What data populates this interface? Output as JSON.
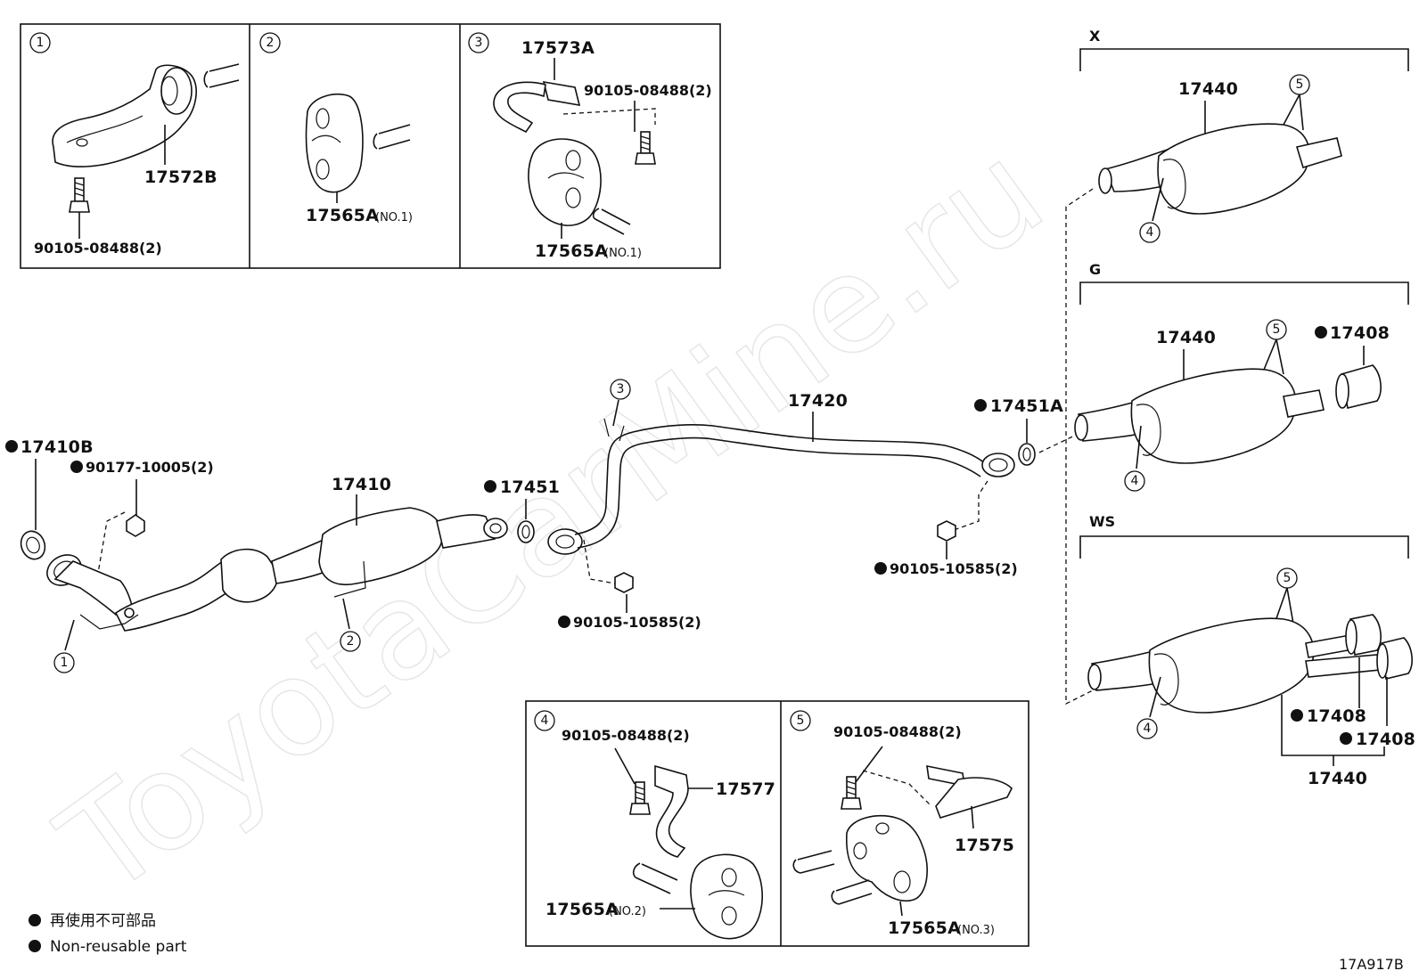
{
  "watermark": "ToyotaCarMine.ru",
  "diagram_code": "17A917B",
  "legend": {
    "japanese": "再使用不可部品",
    "english": "Non-reusable part"
  },
  "variants": {
    "x": "X",
    "g": "G",
    "ws": "WS"
  },
  "insets": {
    "i1": {
      "num": "1",
      "p1": "17572B",
      "p2": "90105-08488(2)"
    },
    "i2": {
      "num": "2",
      "p1": "17565A",
      "p1_note": "(NO.1)"
    },
    "i3": {
      "num": "3",
      "p1": "17573A",
      "p2": "90105-08488(2)",
      "p3": "17565A",
      "p3_note": "(NO.1)"
    },
    "i4": {
      "num": "4",
      "p1": "90105-08488(2)",
      "p2": "17577",
      "p3": "17565A",
      "p3_note": "(NO.2)"
    },
    "i5": {
      "num": "5",
      "p1": "90105-08488(2)",
      "p2": "17575",
      "p3": "17565A",
      "p3_note": "(NO.3)"
    }
  },
  "main": {
    "p17410B": "17410B",
    "p90177": "90177-10005(2)",
    "p17410": "17410",
    "p17451": "17451",
    "p90105_a": "90105-10585(2)",
    "p17420": "17420",
    "p17451A": "17451A",
    "p90105_b": "90105-10585(2)",
    "callout1": "1",
    "callout2": "2",
    "callout3": "3"
  },
  "mufflers": {
    "x": {
      "p17440": "17440",
      "c5": "5",
      "c4": "4"
    },
    "g": {
      "p17440": "17440",
      "p17408": "17408",
      "c5": "5",
      "c4": "4"
    },
    "ws": {
      "p17408a": "17408",
      "p17408b": "17408",
      "p17440": "17440",
      "c5": "5",
      "c4": "4"
    }
  }
}
